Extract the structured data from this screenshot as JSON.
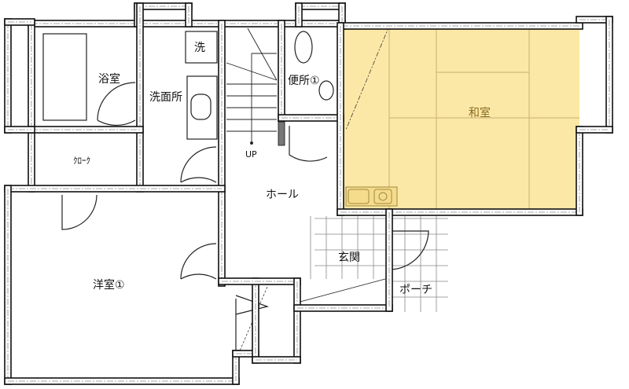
{
  "floor_plan": {
    "rooms": {
      "bathroom": "浴室",
      "washroom": "洗面所",
      "washer": "洗",
      "toilet": "便所①",
      "cloak": "ｸﾛｰｸ",
      "stairs_up": "UP",
      "hall": "ホール",
      "japanese_room": "和室",
      "entrance": "玄関",
      "porch": "ポーチ",
      "western_room": "洋室①"
    },
    "colors": {
      "japanese_room_fill": "#fbe8a6",
      "wall": "#111111",
      "center_line": "#888888"
    }
  }
}
